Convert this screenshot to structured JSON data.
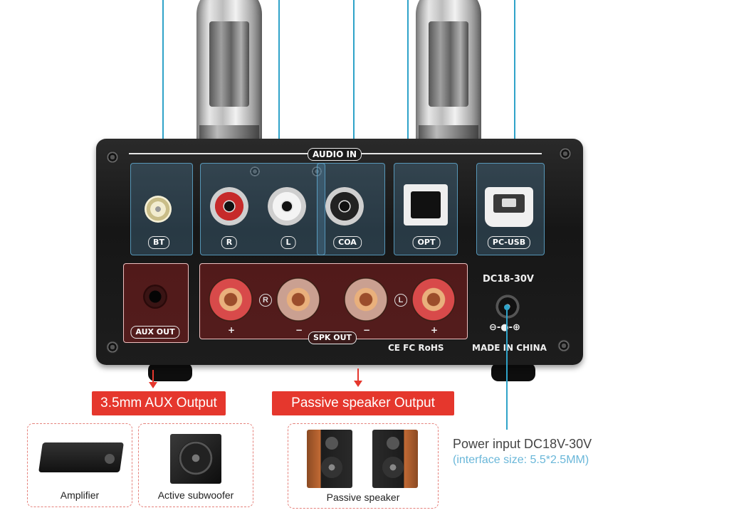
{
  "device": {
    "audio_in_label": "AUDIO IN",
    "inputs": {
      "bt": "BT",
      "r": "R",
      "l": "L",
      "coa": "COA",
      "opt": "OPT",
      "pc_usb": "PC-USB"
    },
    "aux_out_label": "AUX OUT",
    "spk_out_label": "SPK OUT",
    "channel_r": "R",
    "channel_l": "L",
    "plus": "+",
    "minus": "−",
    "power_rating": "DC18-30V",
    "polarity_symbol": "⊖-●-⊕",
    "certifications": "CE FC RoHS",
    "made_in": "MADE IN CHINA"
  },
  "callouts": {
    "aux_output": "3.5mm AUX Output",
    "speaker_output": "Passive speaker Output"
  },
  "cards": {
    "amplifier": "Amplifier",
    "subwoofer": "Active subwoofer",
    "passive_speaker": "Passive speaker"
  },
  "power_note": {
    "line1": "Power input DC18V-30V",
    "line2": "(interface size: 5.5*2.5MM)"
  },
  "colors": {
    "accent_red": "#e5372d",
    "leader_blue": "#2fa3c9"
  }
}
